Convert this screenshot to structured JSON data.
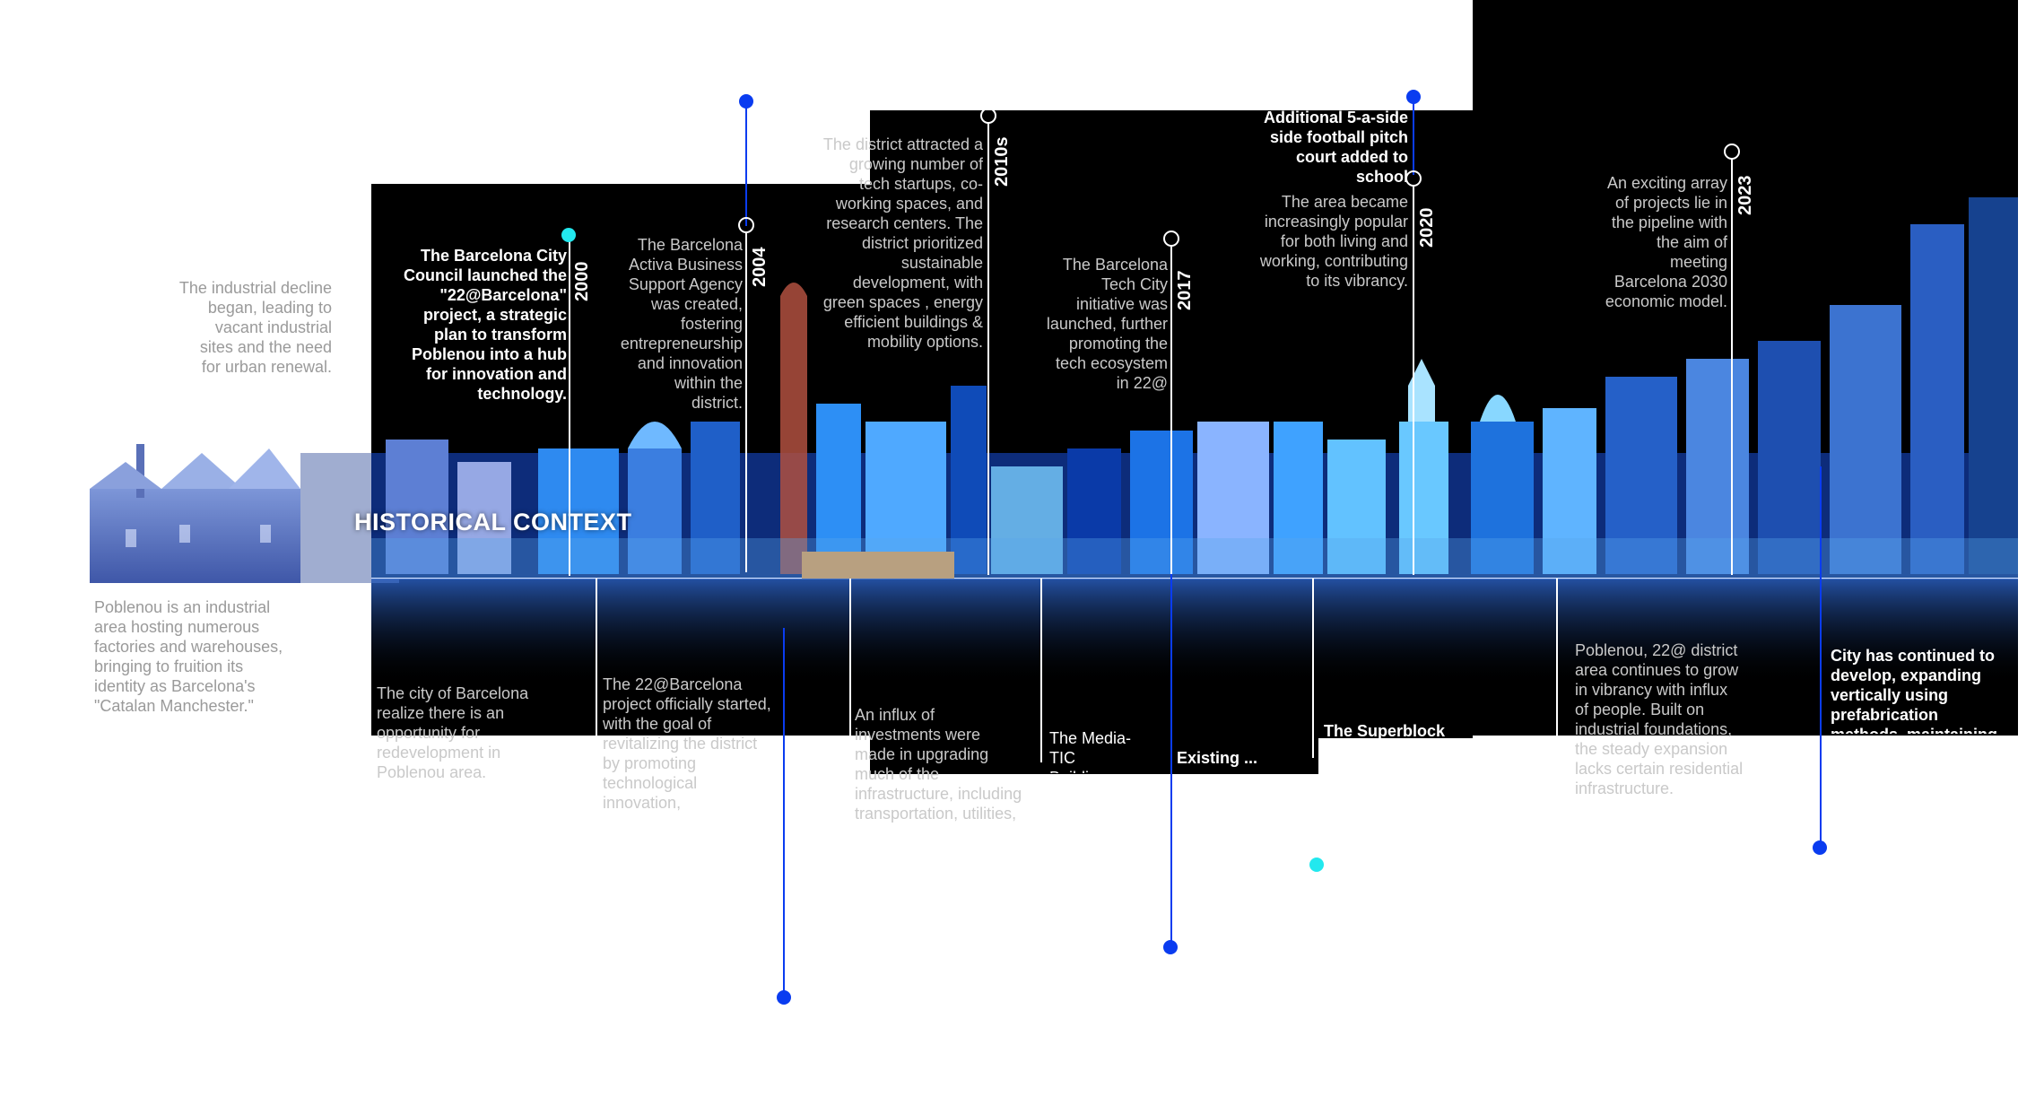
{
  "title": "HISTORICAL CONTEXT",
  "colors": {
    "accent_blue": "#0a3cf0",
    "accent_cyan": "#22e8ee",
    "panel": "#000000",
    "text_light": "#ffffff",
    "text_grey": "#9a9a9a"
  },
  "intro": {
    "left_top": "The industrial decline began, leading to vacant industrial sites and the need for urban renewal.",
    "left_bottom": "Poblenou is an industrial area hosting numerous factories and warehouses, bringing to fruition its identity as Barcelona's \"Catalan Manchester.\""
  },
  "years": {
    "y2000": "2000",
    "y2004": "2004",
    "y2010s": "2010s",
    "y2017": "2017",
    "y2020": "2020",
    "y2023": "2023"
  },
  "upper_texts": {
    "t2000": "The Barcelona City Council launched the \"22@Barcelona\" project, a strategic plan to transform Poblenou into a hub for innovation and technology.",
    "t2004": "The Barcelona Activa Business Support Agency was created, fostering entrepreneurship and innovation within the district.",
    "t2010s": "The district attracted a growing number of tech startups, co-working spaces, and research centers. The district prioritized sustainable development, with green spaces , energy efficient buildings & mobility options.",
    "t2017": "The Barcelona Tech City initiative was launched, further promoting the tech ecosystem in 22@",
    "t2020_top": "Additional 5-a-side side football pitch court added to school",
    "t2020": "The area became increasingly popular for both living and working, contributing to its vibrancy.",
    "t2023": "An exciting array of projects lie in the pipeline with the aim of meeting Barcelona 2030 economic model."
  },
  "lower_texts": {
    "l1": "The city of Barcelona realize there is an opportunity for redevelopment in Poblenou area.",
    "l2": "The 22@Barcelona project officially started, with the goal of revitalizing the district by promoting technological innovation, sustainability, and mixed land use.",
    "l3": "An influx of investments were made in upgrading much of the infrastructure, including transportation, utilities, and public spaces.",
    "l4": "The Media-TIC Building, a symbol of",
    "l5": "Existing ... ",
    "l6": "The Superblock initiative began, aiming to transform the urban fabric to prioritize pedestrians and green spaces.",
    "l7": "Poblenou, 22@ district area continues to grow in vibrancy with influx of people. Built on industrial foundations, the steady expansion lacks certain residential infrastructure.",
    "l8": "City has continued to develop, expanding vertically using prefabrication methods, maintaining"
  }
}
